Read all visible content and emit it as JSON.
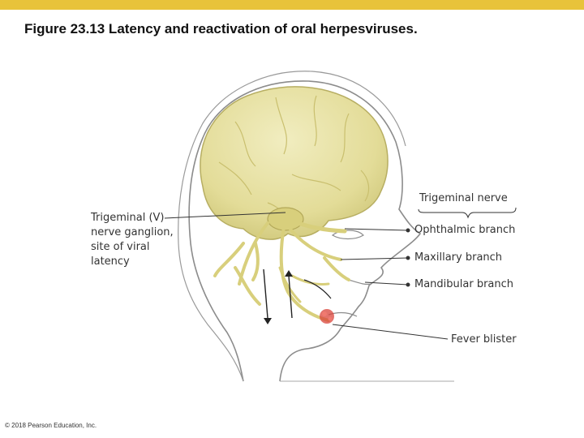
{
  "colors": {
    "top_bar": "#e8c33a",
    "brain": "#e6e1a0",
    "brain_shadow": "#cfc77a",
    "nerve": "#d8cf7c",
    "nerve_dark": "#b3a858",
    "skin_outline": "#8c8c8c",
    "blister": "#d9433a",
    "label_text": "#333333"
  },
  "figure": {
    "title": "Figure 23.13  Latency and reactivation of oral herpesviruses.",
    "copyright": "© 2018 Pearson Education, Inc."
  },
  "labels": {
    "ganglion_lines": [
      "Trigeminal (V)",
      "nerve ganglion,",
      "site of viral",
      "latency"
    ],
    "trigeminal_nerve": "Trigeminal nerve",
    "ophthalmic": "Ophthalmic branch",
    "maxillary": "Maxillary branch",
    "mandibular": "Mandibular branch",
    "fever_blister": "Fever blister"
  },
  "icons": {
    "head": "head-outline-icon",
    "brain": "brain-icon",
    "nerve": "nerve-branches-icon",
    "blister": "fever-blister-icon"
  }
}
